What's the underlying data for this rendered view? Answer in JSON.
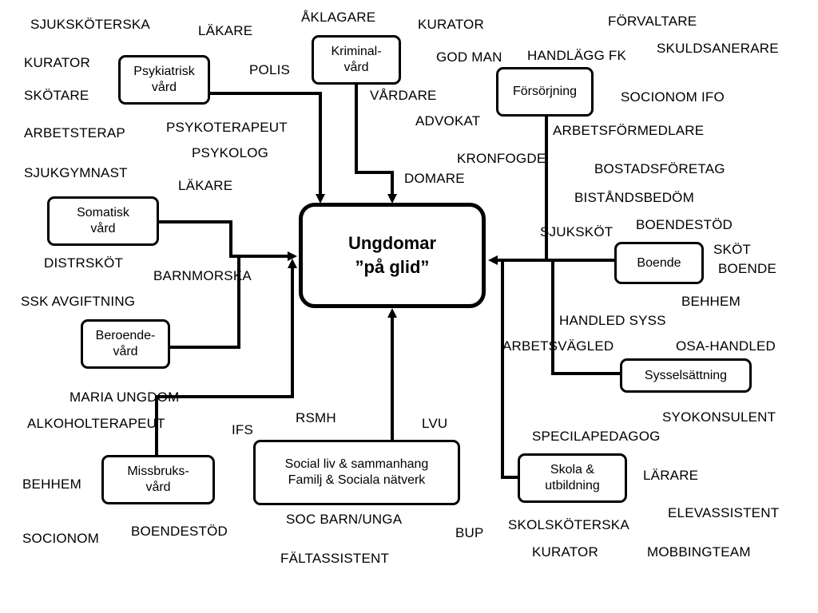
{
  "center": {
    "text": "Ungdomar\n”på glid”"
  },
  "nodes": {
    "psykiatrisk": "Psykiatrisk\nvård",
    "kriminal": "Kriminal-\nvård",
    "forsorjning": "Försörjning",
    "somatisk": "Somatisk\nvård",
    "boende": "Boende",
    "beroende": "Beroende-\nvård",
    "sysselsattning": "Sysselsättning",
    "social": "Social liv & sammanhang\nFamilj & Sociala nätverk",
    "missbruk": "Missbruks-\nvård",
    "skola": "Skola &\nutbildning"
  },
  "labels": [
    "SJUKSKÖTERSKA",
    "LÄKARE",
    "ÅKLAGARE",
    "KURATOR",
    "FÖRVALTARE",
    "KURATOR",
    "POLIS",
    "GOD MAN",
    "HANDLÄGG FK",
    "SKULDSANERARE",
    "SKÖTARE",
    "VÅRDARE",
    "SOCIONOM IFO",
    "ADVOKAT",
    "ARBETSTERAP",
    "PSYKOTERAPEUT",
    "ARBETSFÖRMEDLARE",
    "PSYKOLOG",
    "KRONFOGDE",
    "SJUKGYMNAST",
    "BOSTADSFÖRETAG",
    "DOMARE",
    "LÄKARE",
    "BISTÅNDSBEDÖM",
    "BOENDESTÖD",
    "SJUKSKÖT",
    "SKÖT",
    "BOENDE",
    "DISTRSKÖT",
    "BARNMORSKA",
    "SSK AVGIFTNING",
    "BEHHEM",
    "HANDLED SYSS",
    "ARBETSVÄGLED",
    "OSA-HANDLED",
    "MARIA UNGDOM",
    "RSMH",
    "SYOKONSULENT",
    "ALKOHOLTERAPEUT",
    "LVU",
    "IFS",
    "SPECILAPEDAGOG",
    "LÄRARE",
    "BEHHEM",
    "ELEVASSISTENT",
    "SOC BARN/UNGA",
    "SKOLSKÖTERSKA",
    "BOENDESTÖD",
    "BUP",
    "SOCIONOM",
    "KURATOR",
    "MOBBINGTEAM",
    "FÄLTASSISTENT"
  ]
}
